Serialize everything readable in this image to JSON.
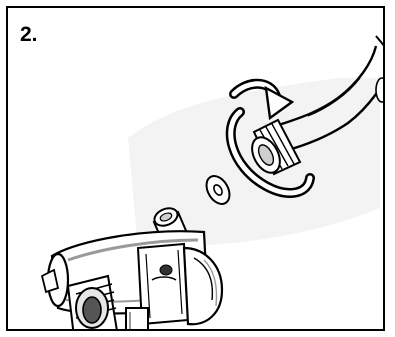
{
  "step": {
    "number": "2."
  },
  "illustration": {
    "parts": [
      "shower-hose",
      "rotation-arrow",
      "washer",
      "diverter-valve"
    ],
    "colors": {
      "outline": "#000000",
      "fill": "#ffffff",
      "shade": "#9a9a9a",
      "light_shade": "#e6e6e6"
    }
  }
}
